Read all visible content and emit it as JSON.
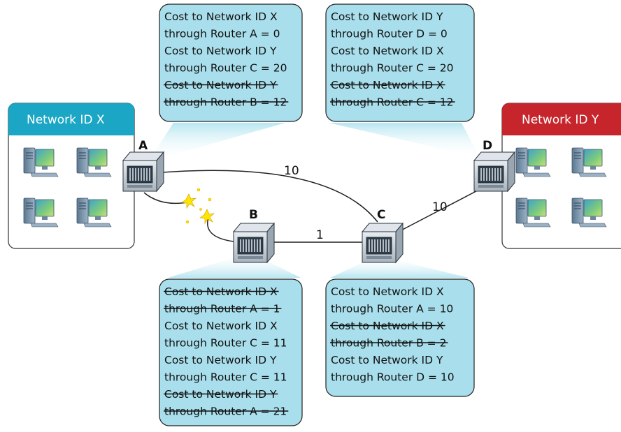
{
  "colors": {
    "table_fill": "#a9dfec",
    "table_stroke": "#222222",
    "network_x_header": "#1aa6c4",
    "network_y_header": "#c6252c",
    "link_line": "#222222",
    "spark": "#ffe600"
  },
  "networks": {
    "x": {
      "title": "Network ID X"
    },
    "y": {
      "title": "Network ID Y"
    }
  },
  "routers": {
    "a": {
      "label": "A"
    },
    "b": {
      "label": "B"
    },
    "c": {
      "label": "C"
    },
    "d": {
      "label": "D"
    }
  },
  "links": {
    "a_c": {
      "cost": "10"
    },
    "b_c": {
      "cost": "1"
    },
    "c_d": {
      "cost": "10"
    }
  },
  "tables": {
    "a": {
      "entries": [
        {
          "lines": [
            "Cost to Network ID X",
            "through Router A = 0"
          ],
          "struck": false
        },
        {
          "lines": [
            "Cost to Network ID Y",
            "through Router C = 20"
          ],
          "struck": false
        },
        {
          "lines": [
            "Cost to Network ID Y",
            "through Router B = 12"
          ],
          "struck": true
        }
      ]
    },
    "d": {
      "entries": [
        {
          "lines": [
            "Cost to Network ID Y",
            "through Router D = 0"
          ],
          "struck": false
        },
        {
          "lines": [
            "Cost to Network ID X",
            "through Router C = 20"
          ],
          "struck": false
        },
        {
          "lines": [
            "Cost to Network ID X",
            "through Router C = 12"
          ],
          "struck": true
        }
      ]
    },
    "b": {
      "entries": [
        {
          "lines": [
            "Cost to Network ID X",
            "through Router A = 1"
          ],
          "struck": true
        },
        {
          "lines": [
            "Cost to Network ID X",
            "through Router C = 11"
          ],
          "struck": false
        },
        {
          "lines": [
            "Cost to Network ID Y",
            "through Router C = 11"
          ],
          "struck": false
        },
        {
          "lines": [
            "Cost to Network ID Y",
            "through Router A = 21"
          ],
          "struck": true
        }
      ]
    },
    "c": {
      "entries": [
        {
          "lines": [
            "Cost to Network ID X",
            "through Router A = 10"
          ],
          "struck": false
        },
        {
          "lines": [
            "Cost to Network ID X",
            "through Router B = 2"
          ],
          "struck": true
        },
        {
          "lines": [
            "Cost to Network ID Y",
            "through Router D = 10"
          ],
          "struck": false
        }
      ]
    }
  }
}
